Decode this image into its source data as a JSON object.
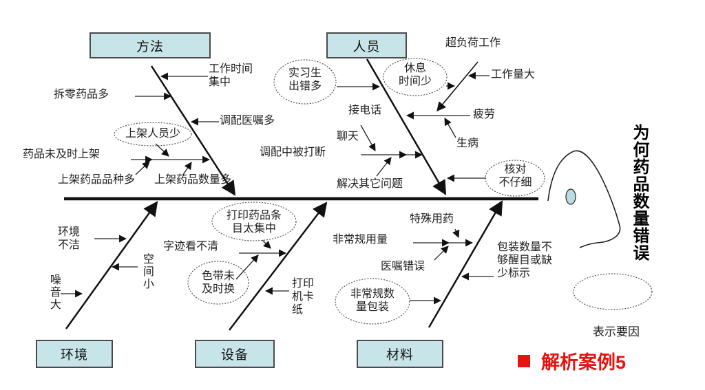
{
  "problem": {
    "title": "为何药品数量错误"
  },
  "legend": {
    "label": "表示要因"
  },
  "caption": {
    "text": "解析案例5"
  },
  "colors": {
    "box_fill": "#c7e4e8",
    "accent_red": "#e8120f",
    "eye_fill": "#b9dce2",
    "line": "#111111"
  },
  "categories": {
    "method": "方法",
    "personnel": "人员",
    "environment": "环境",
    "equipment": "设备",
    "material": "材料"
  },
  "labels": {
    "work_time_concentrated": "工作时间\n集中",
    "split_drugs_many": "拆零药品多",
    "dispensing_orders_many": "调配医嘱多",
    "shelving_staff_few": "上架人员少",
    "drugs_not_shelved_timely": "药品未及时上架",
    "shelved_variety_many": "上架药品品种多",
    "shelved_quantity_many": "上架药品数量多",
    "intern_errors_many": "实习生\n出错多",
    "rest_time_short": "休息\n时间少",
    "overload_work": "超负荷工作",
    "workload_large": "工作量大",
    "fatigue": "疲劳",
    "illness": "生病",
    "answering_phone": "接电话",
    "chatting": "聊天",
    "interrupted_while_dispensing": "调配中被打断",
    "solving_other_problems": "解决其它问题",
    "check_not_careful": "核对\n不仔细",
    "environment_unclean": "环境\n不洁",
    "space_small": "空间小",
    "noise_loud": "噪音大",
    "print_entries_concentrated": "打印药品条\n目太集中",
    "handwriting_unclear": "字迹看不清",
    "ribbon_not_replaced": "色带未\n及时换",
    "printer_paper_jam": "打印\n机卡\n纸",
    "special_medication": "特殊用药",
    "unusual_dosage": "非常规用量",
    "order_errors": "医嘱错误",
    "unusual_quantity_packaging": "非常规数\n量包装",
    "packaging_not_noticeable": "包装数量不\n够醒目或缺\n少标示"
  }
}
